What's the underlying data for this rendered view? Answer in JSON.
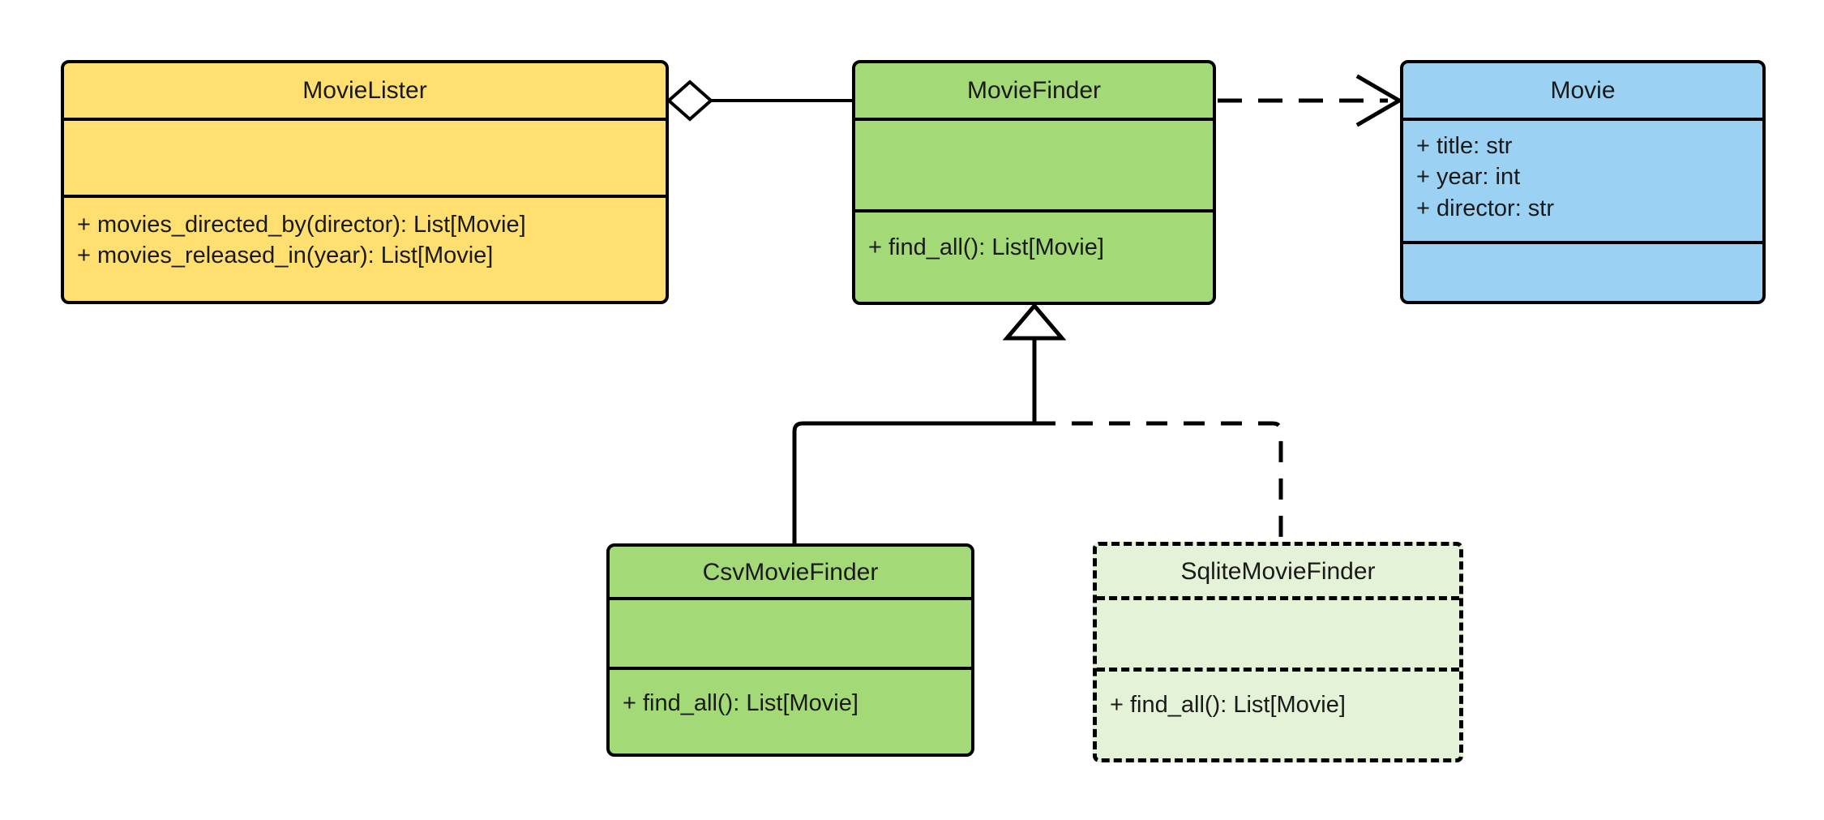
{
  "diagram": {
    "kind": "uml-class-diagram",
    "background": "#ffffff",
    "line_color": "#000000",
    "text_color": "#1a1a1a"
  },
  "classes": {
    "movie_lister": {
      "name": "MovieLister",
      "fill": "#FFDF70",
      "attributes": [],
      "methods": [
        "+ movies_directed_by(director): List[Movie]",
        "+ movies_released_in(year): List[Movie]"
      ]
    },
    "movie_finder": {
      "name": "MovieFinder",
      "fill": "#A3D977",
      "attributes": [],
      "methods": [
        "+ find_all(): List[Movie]"
      ]
    },
    "movie": {
      "name": "Movie",
      "fill": "#9BD2F4",
      "attributes": [
        "+ title: str",
        "+ year: int",
        "+ director: str"
      ],
      "methods": []
    },
    "csv_movie_finder": {
      "name": "CsvMovieFinder",
      "fill": "#A3D977",
      "attributes": [],
      "methods": [
        "+ find_all(): List[Movie]"
      ]
    },
    "sqlite_movie_finder": {
      "name": "SqliteMovieFinder",
      "fill": "#E4F2D8",
      "border_style": "dashed",
      "attributes": [],
      "methods": [
        "+ find_all(): List[Movie]"
      ]
    }
  },
  "relationships": [
    {
      "id": "lister-finder-aggregation",
      "type": "aggregation",
      "from": "MovieLister",
      "to": "MovieFinder",
      "line_style": "solid",
      "source_marker": "hollow-diamond"
    },
    {
      "id": "finder-movie-dependency",
      "type": "dependency",
      "from": "MovieFinder",
      "to": "Movie",
      "line_style": "dashed",
      "target_marker": "open-arrow"
    },
    {
      "id": "csv-finder-inheritance",
      "type": "generalization",
      "from": "CsvMovieFinder",
      "to": "MovieFinder",
      "line_style": "solid",
      "target_marker": "hollow-triangle"
    },
    {
      "id": "sqlite-finder-inheritance",
      "type": "generalization",
      "from": "SqliteMovieFinder",
      "to": "MovieFinder",
      "line_style": "dashed",
      "target_marker": "hollow-triangle"
    }
  ]
}
